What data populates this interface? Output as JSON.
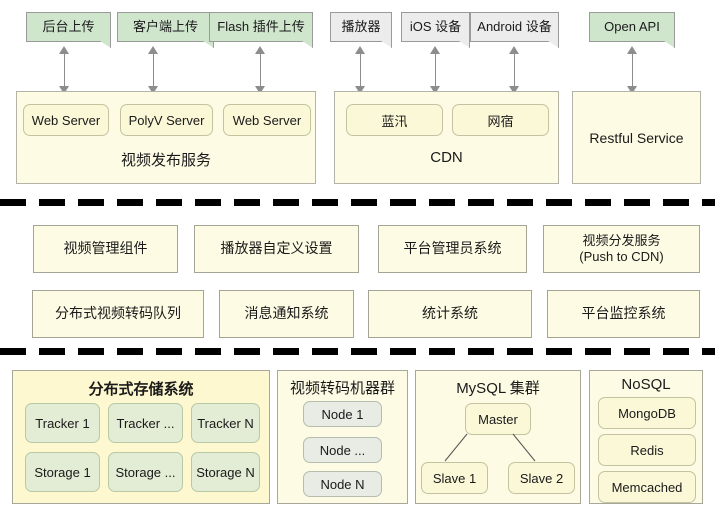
{
  "diagram": {
    "title": "Video platform architecture",
    "colors": {
      "note_green": "#cfe6cd",
      "note_gray": "#ececec",
      "container_yellow": "#fdfbe4",
      "storage_yellow": "#fdf8cf",
      "pill_yellow": "#fbf8d8",
      "pill_green": "#e3ecd4",
      "pill_graygreen": "#e8ece4",
      "border_gray": "#a5a596",
      "divider_black": "#000000",
      "arrow_gray": "#8d8d8d"
    }
  },
  "top_band": {
    "entry_notes": [
      {
        "label": "后台上传",
        "style": "green"
      },
      {
        "label": "客户端上传",
        "style": "green"
      },
      {
        "label": "Flash 插件上传",
        "style": "green"
      },
      {
        "label": "播放器",
        "style": "gray"
      },
      {
        "label": "iOS 设备",
        "style": "gray"
      },
      {
        "label": "Android 设备",
        "style": "gray"
      },
      {
        "label": "Open API",
        "style": "green"
      }
    ],
    "groups": [
      {
        "label": "视频发布服务",
        "nodes": [
          "Web Server",
          "PolyV Server",
          "Web Server"
        ]
      },
      {
        "label": "CDN",
        "nodes": [
          "蓝汛",
          "网宿"
        ]
      },
      {
        "label": "Restful Service",
        "nodes": []
      }
    ]
  },
  "middle_band": {
    "row1": [
      "视频管理组件",
      "播放器自定义设置",
      "平台管理员系统",
      "视频分发服务\n(Push to CDN)"
    ],
    "row2": [
      "分布式视频转码队列",
      "消息通知系统",
      "统计系统",
      "平台监控系统"
    ]
  },
  "bottom_band": {
    "groups": [
      {
        "title": "分布式存储系统",
        "nodes": [
          "Tracker 1",
          "Tracker ...",
          "Tracker N",
          "Storage 1",
          "Storage ...",
          "Storage N"
        ]
      },
      {
        "title": "视频转码机器群",
        "nodes": [
          "Node 1",
          "Node ...",
          "Node N"
        ]
      },
      {
        "title": "MySQL 集群",
        "nodes": [
          "Master",
          "Slave 1",
          "Slave 2"
        ]
      },
      {
        "title": "NoSQL",
        "nodes": [
          "MongoDB",
          "Redis",
          "Memcached"
        ]
      }
    ]
  }
}
